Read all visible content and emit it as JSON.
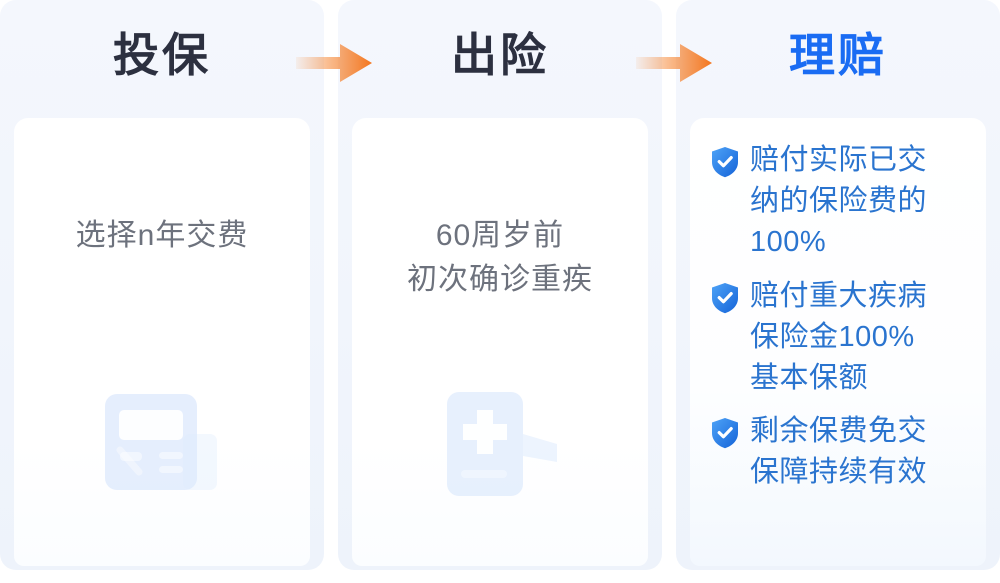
{
  "flow": {
    "steps": [
      {
        "title": "投保",
        "title_color": "#2c3040",
        "body": "选择n年交费",
        "body_color": "#6d727d",
        "watermark_icon": "calculator-icon"
      },
      {
        "title": "出险",
        "title_color": "#2c3040",
        "body": "60周岁前\n初次确诊重疾",
        "body_color": "#6d727d",
        "watermark_icon": "medical-cross-icon"
      },
      {
        "title": "理赔",
        "title_color": "#1a6cf3",
        "bullet_color": "#2a74cf",
        "bullets": [
          {
            "icon": "shield-check-icon",
            "text": "赔付实际已交\n纳的保险费的\n100%"
          },
          {
            "icon": "shield-check-icon",
            "text": "赔付重大疾病\n保险金100%\n基本保额"
          },
          {
            "icon": "shield-check-icon",
            "text": "剩余保费免交\n保障持续有效"
          }
        ]
      }
    ],
    "connectors": [
      {
        "icon": "arrow-right-icon",
        "color": "#f58634"
      },
      {
        "icon": "arrow-right-icon",
        "color": "#f58634"
      }
    ]
  }
}
